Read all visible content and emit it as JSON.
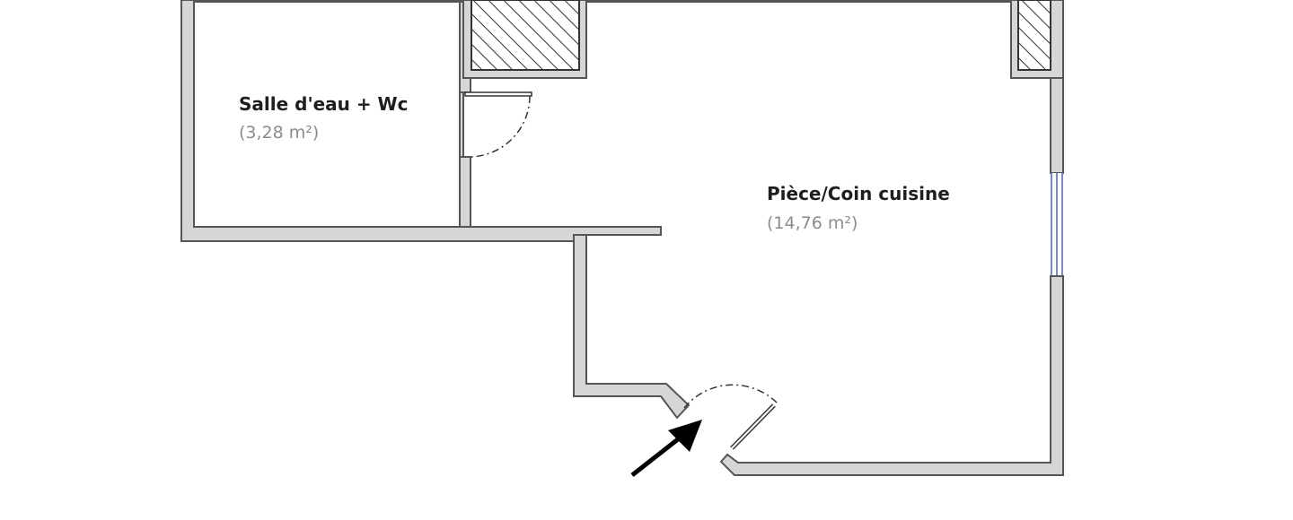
{
  "rooms": {
    "bathroom": {
      "name": "Salle d'eau + Wc",
      "area_text": "(3,28 m²)"
    },
    "main": {
      "name": "Pièce/Coin cuisine",
      "area_text": "(14,76 m²)"
    }
  },
  "colors": {
    "wall_fill": "#d6d6d6",
    "wall_stroke": "#555555",
    "hatch": "#333333",
    "window": "#4a5fd0",
    "arrow": "#000000"
  },
  "icons": {
    "entrance": "arrow-icon"
  }
}
